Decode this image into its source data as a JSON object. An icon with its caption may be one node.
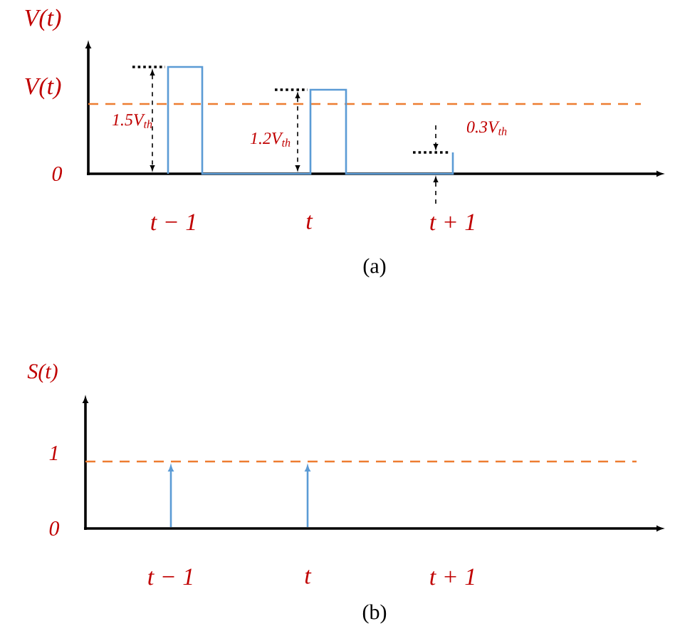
{
  "diagram": {
    "labels": [
      "V(t)",
      "V(t)",
      "1.5V$_{th}$",
      "1.2V$_{th}$",
      "0.3V$_{th}$",
      "0",
      "t − 1",
      "t",
      "t + 1",
      "(a)",
      "S(t)",
      "1",
      "0",
      "t − 1",
      "t",
      "t + 1",
      "(b)"
    ]
  }
}
